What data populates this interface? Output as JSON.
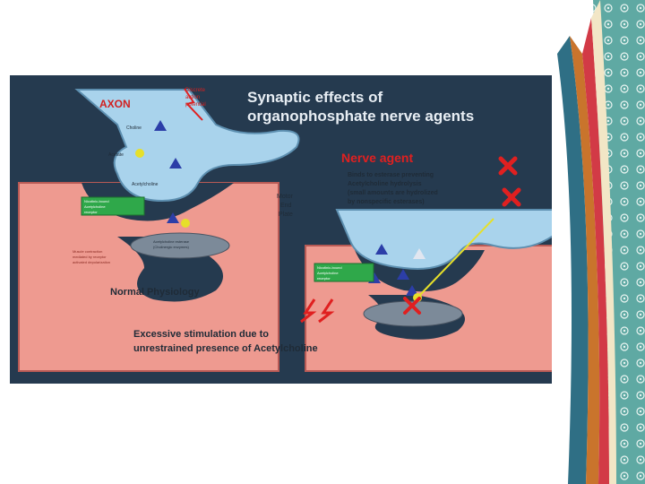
{
  "figure": {
    "title_line1": "Synaptic effects of",
    "title_line2": "organophosphate nerve agents",
    "axon_label": "AXON",
    "axon_note_line1": "Discrete",
    "axon_note_line2": "action",
    "axon_note_line3": "potential",
    "choline_label": "Choline",
    "acetate_label": "Acetate",
    "acetylcholine_label": "Acetylcholine",
    "receptor_box_line1": "Nicotinic-bound",
    "receptor_box_line2": "Acetylcholine",
    "receptor_box_line3": "receptor",
    "esterase_line1": "Acetylcholine esterase",
    "esterase_line2": "(Cholinergic enzymes)",
    "motor_line1": "Motor",
    "motor_line2": "End",
    "motor_line3": "Plate",
    "muscle_line1": "Muscle contraction",
    "muscle_line2": "mediated by receptor",
    "muscle_line3": "activated depolarization",
    "normal_label": "Normal Physiology",
    "nerve_agent_label": "Nerve agent",
    "binds_line1": "Binds to esterase preventing",
    "binds_line2": "Acetylcholine hydrolysis",
    "binds_line3": "(small amounts are hydrolized",
    "binds_line4": "by nonspecific esterases)",
    "excess_line1": "Excessive stimulation due to",
    "excess_line2": "unrestrained presence of Acetylcholine",
    "colors": {
      "background": "#253a4f",
      "tissue": "#ee9a90",
      "axon": "#a9d3ec",
      "title_text": "#e8eef4",
      "nerve_agent_text": "#e02020",
      "x_mark": "#e02020"
    }
  }
}
